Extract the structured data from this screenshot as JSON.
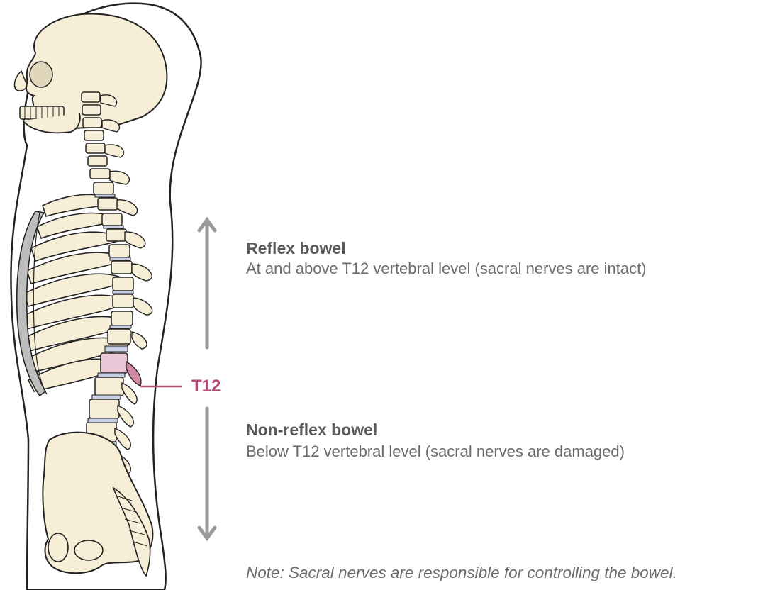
{
  "diagram": {
    "upper_region": {
      "title": "Reflex bowel",
      "description": "At and above T12 vertebral level (sacral nerves are intact)"
    },
    "lower_region": {
      "title": "Non-reflex bowel",
      "description": "Below T12 vertebral level (sacral nerves are damaged)"
    },
    "marker": {
      "label": "T12"
    },
    "note": "Note: Sacral nerves are responsible for controlling the bowel."
  },
  "colors": {
    "bone": "#f6eed6",
    "outline": "#222222",
    "disc": "#c9cfe2",
    "highlight": "#e9c6d6",
    "highlight_process": "#d48aa6",
    "accent": "#b64b78",
    "arrow": "#9b9b9b",
    "text": "#6b6b6b"
  }
}
